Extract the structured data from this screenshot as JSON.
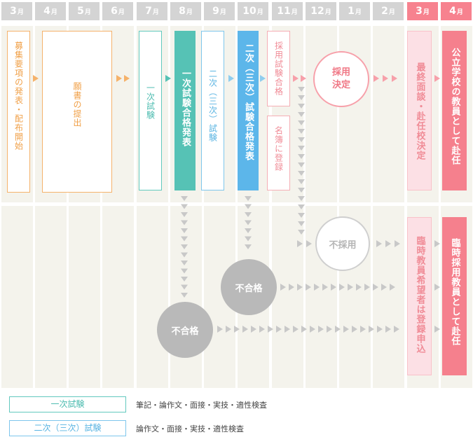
{
  "months": [
    {
      "num": "3",
      "unit": "月"
    },
    {
      "num": "4",
      "unit": "月"
    },
    {
      "num": "5",
      "unit": "月"
    },
    {
      "num": "6",
      "unit": "月"
    },
    {
      "num": "7",
      "unit": "月"
    },
    {
      "num": "8",
      "unit": "月"
    },
    {
      "num": "9",
      "unit": "月"
    },
    {
      "num": "10",
      "unit": "月"
    },
    {
      "num": "11",
      "unit": "月"
    },
    {
      "num": "12",
      "unit": "月"
    },
    {
      "num": "1",
      "unit": "月"
    },
    {
      "num": "2",
      "unit": "月"
    },
    {
      "num": "3",
      "unit": "月"
    },
    {
      "num": "4",
      "unit": "月"
    }
  ],
  "steps": {
    "boshu": "募集要項の発表・配布開始",
    "gansho": "願書の提出",
    "ichiji": "一次試験",
    "ichiji_gokaku": "一次試験合格発表",
    "niji": "二次（三次）試験",
    "niji_gokaku": "二次（三次）試験合格発表",
    "saiyo_gokaku": "採用試験合格",
    "meibo": "名簿に登録",
    "saishu": "最終面談・赴任校決定",
    "fuinin_kyoin": "公立学校の教員として赴任",
    "rinji_kibo": "臨時教員希望者は登録申込",
    "fuinin_rinji": "臨時採用教員として赴任"
  },
  "circles": {
    "saiyo_kettei": "採用\n決定",
    "fusaiyo": "不採用",
    "fugokaku_2": "不合格",
    "fugokaku_1": "不合格"
  },
  "legend": [
    {
      "label": "一次試験",
      "desc": "筆記・論作文・面接・実技・適性検査"
    },
    {
      "label": "二次（三次）試験",
      "desc": "論作文・面接・実技・適性検査"
    }
  ],
  "colors": {
    "header_gray": "#d4d4d4",
    "header_accent": "#f7828f",
    "orange": "#f5b26b",
    "teal": "#56c2b5",
    "blue": "#5cb6ea",
    "pink": "#f7a0aa",
    "gray": "#b9b9b9",
    "background": "#f4f3ec"
  }
}
